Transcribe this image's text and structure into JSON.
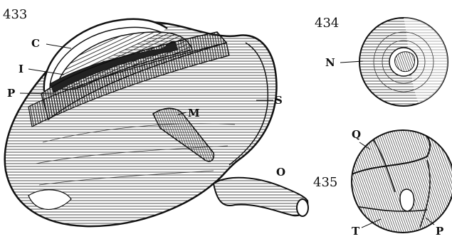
{
  "figures": [
    {
      "number": "433",
      "labels": {
        "c": "C",
        "i": "I",
        "p": "P",
        "m": "M",
        "s": "S",
        "o": "O"
      }
    },
    {
      "number": "434",
      "labels": {
        "n": "N"
      }
    },
    {
      "number": "435",
      "labels": {
        "q": "Q",
        "t": "T",
        "p": "P"
      }
    }
  ]
}
